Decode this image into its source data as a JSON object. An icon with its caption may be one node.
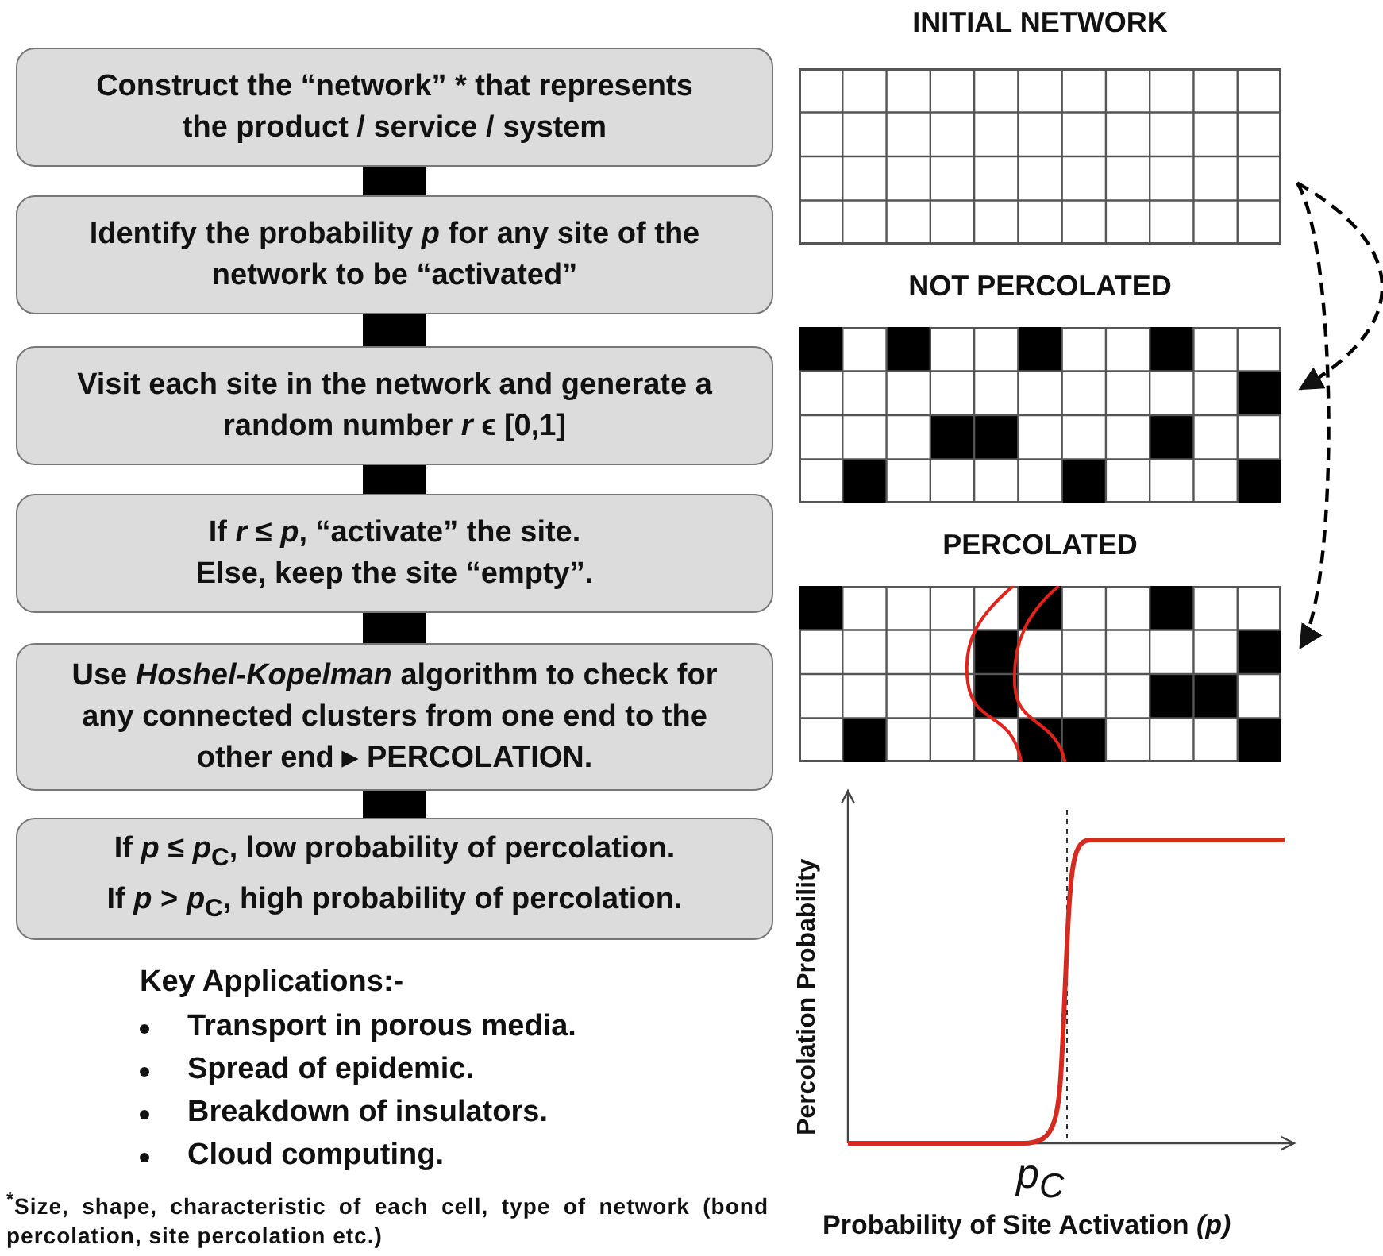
{
  "diagram": {
    "nodes": [
      {
        "text": [
          "Construct the “network” * that represents the product / service / system"
        ]
      },
      {
        "text": [
          "Identify the probability *p* for any site of the network to be “activated”"
        ]
      },
      {
        "text": [
          "Visit each site in the network and generate a random number *r* ϵ [0,1]"
        ]
      },
      {
        "text": [
          "If *r* ≤ *p*, “activate” the site.",
          "Else, keep the site “empty”."
        ]
      },
      {
        "text": [
          "Use *Hoshel-Kopelman* algorithm to check for any connected clusters from one end to the other end ▸ PERCOLATION."
        ]
      },
      {
        "text": [
          "If *p* ≤ *p*$_{C}$, low probability of percolation.",
          "If *p* > *p*$_{C}$, high probability of percolation."
        ]
      },
      {
        "text": [
          "INITIAL NETWORK"
        ]
      },
      {
        "text": [
          "NOT PERCOLATED"
        ]
      },
      {
        "text": [
          "PERCOLATED"
        ]
      }
    ],
    "edges": [
      {
        "from": 0,
        "to": 1,
        "arrow": "none"
      },
      {
        "from": 1,
        "to": 2,
        "arrow": "none"
      },
      {
        "from": 2,
        "to": 3,
        "arrow": "none"
      },
      {
        "from": 3,
        "to": 4,
        "arrow": "none"
      },
      {
        "from": 4,
        "to": 5,
        "arrow": "none"
      },
      {
        "from": 6,
        "to": 7,
        "arrow": "to",
        "style": "dashed"
      },
      {
        "from": 6,
        "to": 8,
        "arrow": "to",
        "style": "dashed"
      }
    ],
    "labels": [
      "Key Applications:-",
      "Transport in porous media.",
      "Spread of epidemic.",
      "Breakdown of insulators.",
      "Cloud computing.",
      "$^{*}$Size, shape, characteristic of each cell, type of network (bond percolation, site percolation etc.)",
      "Percolation Probability",
      "p$_{C}$",
      "Probability of Site Activation *(p)*"
    ]
  }
}
